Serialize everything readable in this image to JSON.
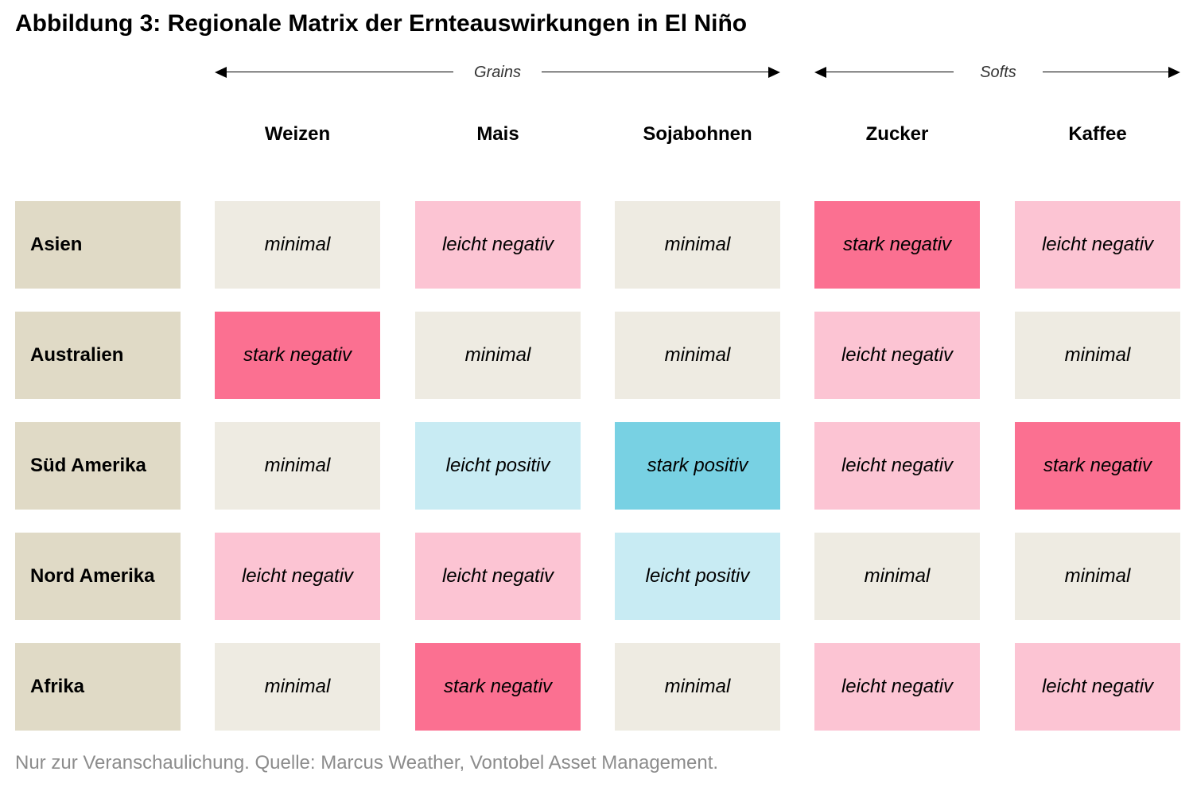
{
  "title": "Abbildung 3: Regionale Matrix der Ernteauswirkungen in El Niño",
  "footnote": "Nur zur Veranschaulichung. Quelle: Marcus Weather, Vontobel Asset Management.",
  "colors": {
    "minimal": "#eeebe2",
    "leicht negativ": "#fcc4d3",
    "stark negativ": "#fb7091",
    "leicht positiv": "#c8ebf3",
    "stark positiv": "#78d1e3",
    "row_label_bg": "#e0dac6"
  },
  "chart_data": {
    "type": "table",
    "title": "Abbildung 3: Regionale Matrix der Ernteauswirkungen in El Niño",
    "groups": [
      {
        "name": "Grains",
        "columns": [
          "Weizen",
          "Mais",
          "Sojabohnen"
        ]
      },
      {
        "name": "Softs",
        "columns": [
          "Zucker",
          "Kaffee"
        ]
      }
    ],
    "columns": [
      "Weizen",
      "Mais",
      "Sojabohnen",
      "Zucker",
      "Kaffee"
    ],
    "rows": [
      "Asien",
      "Australien",
      "Süd Amerika",
      "Nord Amerika",
      "Afrika"
    ],
    "values": [
      [
        "minimal",
        "leicht negativ",
        "minimal",
        "stark negativ",
        "leicht negativ"
      ],
      [
        "stark negativ",
        "minimal",
        "minimal",
        "leicht negativ",
        "minimal"
      ],
      [
        "minimal",
        "leicht positiv",
        "stark positiv",
        "leicht negativ",
        "stark negativ"
      ],
      [
        "leicht negativ",
        "leicht negativ",
        "leicht positiv",
        "minimal",
        "minimal"
      ],
      [
        "minimal",
        "stark negativ",
        "minimal",
        "leicht negativ",
        "leicht negativ"
      ]
    ]
  }
}
